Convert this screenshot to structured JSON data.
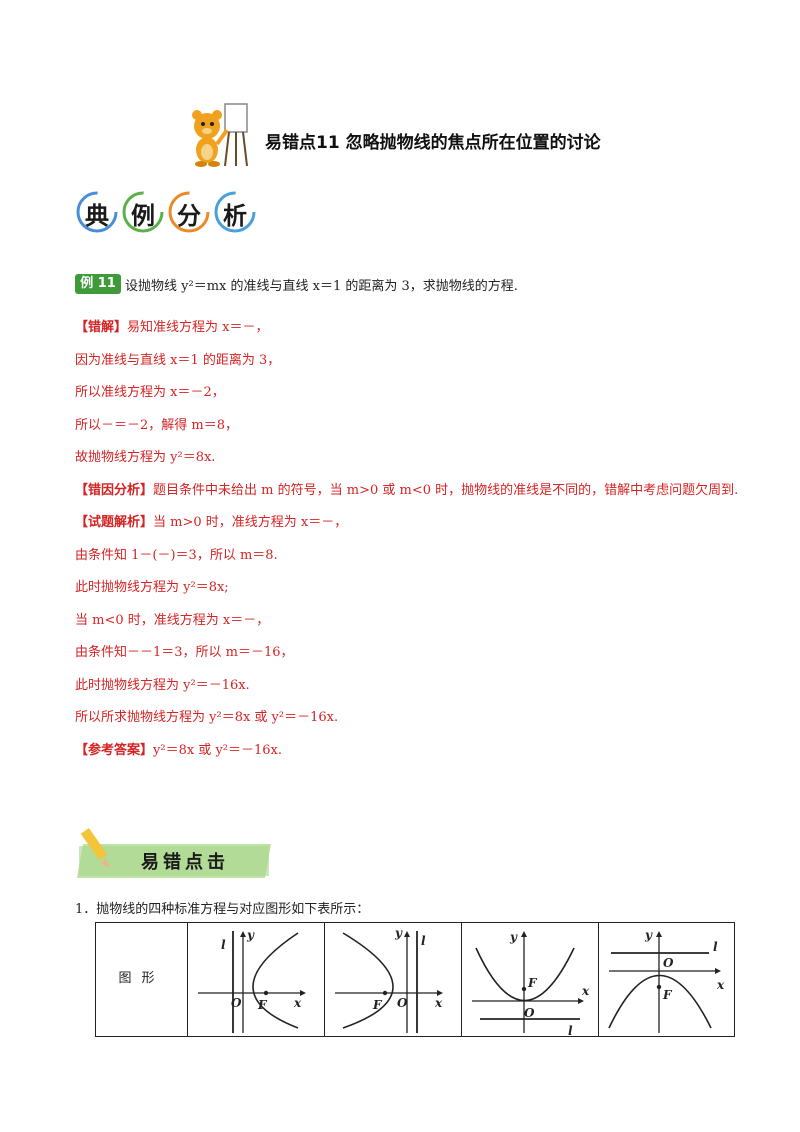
{
  "header": {
    "title": "易错点11  忽略抛物线的焦点所在位置的讨论"
  },
  "banner_top": {
    "chars": [
      "典",
      "例",
      "分",
      "析"
    ],
    "ring_colors": [
      "#4a8fd6",
      "#5bb04a",
      "#e98b2a",
      "#4aa0d8"
    ]
  },
  "example": {
    "badge": "例 11",
    "text": "设抛物线 y²＝mx 的准线与直线 x＝1 的距离为 3，求抛物线的方程."
  },
  "solution": {
    "cuojie_tag": "【错解】",
    "cuojie_text": "易知准线方程为 x＝－，",
    "line2": "因为准线与直线 x＝1 的距离为 3，",
    "line3": "所以准线方程为 x＝－2，",
    "line4": "所以－＝－2，解得 m＝8，",
    "line5": "故抛物线方程为 y²＝8x.",
    "analysis_tag": "【错因分析】",
    "analysis_text": "题目条件中未给出 m 的符号，当 m>0 或 m<0 时，抛物线的准线是不同的，错解中考虑问题欠周到.",
    "shiti_tag": "【试题解析】",
    "shiti_text": "当 m>0 时，准线方程为 x＝－，",
    "line8": "由条件知 1－(－)＝3，所以 m＝8.",
    "line9": "此时抛物线方程为 y²＝8x;",
    "line10": "当 m<0 时，准线方程为 x＝－，",
    "line11": "由条件知－－1＝3，所以 m＝－16，",
    "line12": "此时抛物线方程为 y²＝－16x.",
    "line13": "所以所求抛物线方程为 y²＝8x 或 y²＝－16x.",
    "answer_tag": "【参考答案】",
    "answer_text": "y²＝8x 或 y²＝－16x."
  },
  "tip_banner": {
    "label": "易错点击"
  },
  "note": {
    "text": "1．抛物线的四种标准方程与对应图形如下表所示："
  },
  "figure_table": {
    "header": "图形",
    "axis_labels": {
      "y": "y",
      "x": "x",
      "origin": "O",
      "focus": "F",
      "directrix": "l"
    }
  }
}
